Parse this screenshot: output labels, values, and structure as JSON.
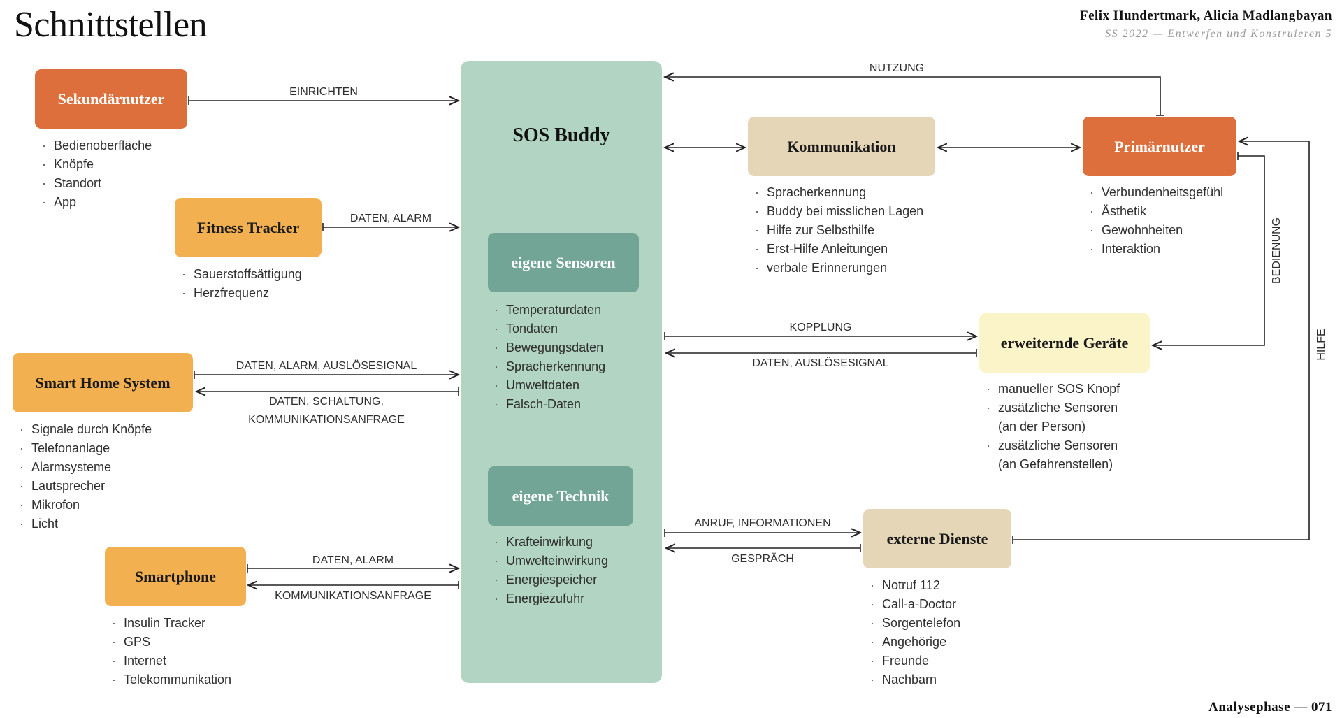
{
  "header": {
    "title": "Schnittstellen",
    "authors": "Felix Hundertmark, Alicia Madlangbayan",
    "course": "SS 2022 — Entwerfen und Konstruieren 5",
    "footer": "Analysephase — 071"
  },
  "hub": {
    "title": "SOS Buddy",
    "sensors": {
      "title": "eigene Sensoren",
      "items": [
        "Temperaturdaten",
        "Tondaten",
        "Bewegungsdaten",
        "Spracherkennung",
        "Umweltdaten",
        "Falsch-Daten"
      ]
    },
    "technik": {
      "title": "eigene Technik",
      "items": [
        "Krafteinwirkung",
        "Umwelteinwirkung",
        "Energiespeicher",
        "Energiezufuhr"
      ]
    }
  },
  "nodes": {
    "sekundaer": {
      "title": "Sekundärnutzer",
      "items": [
        "Bedienoberfläche",
        "Knöpfe",
        "Standort",
        "App"
      ]
    },
    "fitness": {
      "title": "Fitness Tracker",
      "items": [
        "Sauerstoffsättigung",
        "Herzfrequenz"
      ]
    },
    "smarthome": {
      "title": "Smart Home System",
      "items": [
        "Signale durch Knöpfe",
        "Telefonanlage",
        "Alarmsysteme",
        "Lautsprecher",
        "Mikrofon",
        "Licht"
      ]
    },
    "smartphone": {
      "title": "Smartphone",
      "items": [
        "Insulin Tracker",
        "GPS",
        "Internet",
        "Telekommunikation"
      ]
    },
    "kommunikation": {
      "title": "Kommunikation",
      "items": [
        "Spracherkennung",
        "Buddy bei misslichen Lagen",
        "Hilfe zur Selbsthilfe",
        "Erst-Hilfe Anleitungen",
        "verbale Erinnerungen"
      ]
    },
    "primaer": {
      "title": "Primärnutzer",
      "items": [
        "Verbundenheitsgefühl",
        "Ästhetik",
        "Gewohnheiten",
        "Interaktion"
      ]
    },
    "geraete": {
      "title": "erweiternde Geräte",
      "items": [
        "manueller SOS Knopf",
        "zusätzliche Sensoren",
        "(an der Person)",
        "zusätzliche Sensoren",
        "(an Gefahrenstellen)"
      ]
    },
    "dienste": {
      "title": "externe Dienste",
      "items": [
        "Notruf 112",
        "Call-a-Doctor",
        "Sorgentelefon",
        "Angehörige",
        "Freunde",
        "Nachbarn"
      ]
    }
  },
  "edges": {
    "einrichten": "EINRICHTEN",
    "fitness_daten": "DATEN, ALARM",
    "smarthome_out": "DATEN, ALARM, AUSLÖSESIGNAL",
    "smarthome_in_1": "DATEN, SCHALTUNG,",
    "smarthome_in_2": "KOMMUNIKATIONSANFRAGE",
    "smartphone_out": "DATEN, ALARM",
    "smartphone_in": "KOMMUNIKATIONSANFRAGE",
    "nutzung": "NUTZUNG",
    "kopplung": "KOPPLUNG",
    "geraete_in": "DATEN, AUSLÖSESIGNAL",
    "anruf": "ANRUF, INFORMATIONEN",
    "gespraech": "GESPRÄCH",
    "bedienung": "BEDIENUNG",
    "hilfe": "HILFE"
  },
  "colors": {
    "orange": "#dd6f3c",
    "amber": "#f2b050",
    "beige": "#e6d6b8",
    "yellow": "#fbf4c8",
    "teal": "#73a596",
    "hub": "#b1d4c3"
  }
}
